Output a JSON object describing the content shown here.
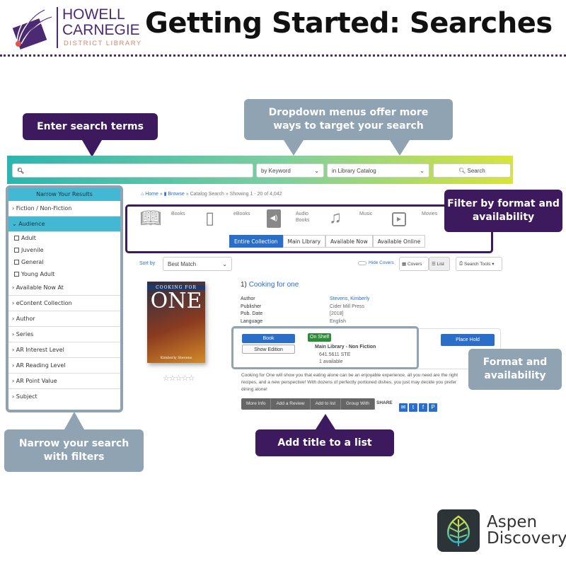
{
  "header": {
    "brand_line1": "HOWELL",
    "brand_line2": "CARNEGIE",
    "brand_line3": "DISTRICT LIBRARY",
    "title": "Getting Started: Searches"
  },
  "callouts": {
    "enter_search": "Enter search terms",
    "dropdowns": "Dropdown menus offer more ways to target your search",
    "filter_format": "Filter by format and availability",
    "format_availability": "Format and availability",
    "narrow": "Narrow your search with filters",
    "add_list": "Add title to a list"
  },
  "search": {
    "value": "",
    "search_by": "by Keyword",
    "search_in": "in Library Catalog",
    "button": "Search"
  },
  "sidebar": {
    "heading": "Narrow Your Results",
    "items": [
      "Fiction / Non-Fiction",
      "Audience",
      "Available Now At",
      "eContent Collection",
      "Author",
      "Series",
      "AR Interest Level",
      "AR Reading Level",
      "AR Point Value",
      "Subject"
    ],
    "audience_options": [
      "Adult",
      "Juvenile",
      "General",
      "Young Adult"
    ]
  },
  "breadcrumb": {
    "home": "Home",
    "browse": "Browse",
    "catalog": "» Catalog Search",
    "showing": "» Showing 1 - 20 of 4,042"
  },
  "formats": [
    "Books",
    "eBooks",
    "Audio Books",
    "Music",
    "Movies"
  ],
  "availability_tabs": [
    "Entire Collection",
    "Main Library",
    "Available Now",
    "Available Online"
  ],
  "availability_selected": "Entire Collection",
  "sort": {
    "label": "Sort by",
    "value": "Best Match",
    "hide_covers": "Hide Covers",
    "covers": "Covers",
    "list": "List",
    "search_tools": "Search Tools ▾"
  },
  "result": {
    "number": "1)",
    "title": "Cooking for one",
    "cover_text": {
      "top": "COOKING FOR",
      "main": "ONE",
      "author": "Kimberly Stevens"
    },
    "rating": 0,
    "fields": [
      {
        "label": "Author",
        "value": "Stevens, Kimberly"
      },
      {
        "label": "Publisher",
        "value": "Cider Mill Press"
      },
      {
        "label": "Pub. Date",
        "value": "[2018]"
      },
      {
        "label": "Language",
        "value": "English"
      }
    ],
    "format": "Book",
    "show_edition": "Show Edition",
    "status": "On Shelf",
    "location": "Main Library - Non Fiction",
    "call_number": "641.5611 STE",
    "available": "1 available",
    "place_hold": "Place Hold",
    "description": "Cooking for One will show you that eating alone can be an enjoyable experience, all you need are the right recipes, and a new perspective! With dozens of perfectly portioned dishes, you just may decide you prefer dining alone!",
    "actions": [
      "More Info",
      "Add a Review",
      "Add to list",
      "Group With"
    ],
    "share_label": "SHARE"
  },
  "footer": {
    "product_line1": "Aspen",
    "product_line2": "Discovery"
  },
  "colors": {
    "purple": "#3d1a5e",
    "callout_gray": "#8fa3b3",
    "teal": "#42b8d3",
    "primary_blue": "#2a6ec9",
    "on_shelf": "#2e8b3a"
  }
}
